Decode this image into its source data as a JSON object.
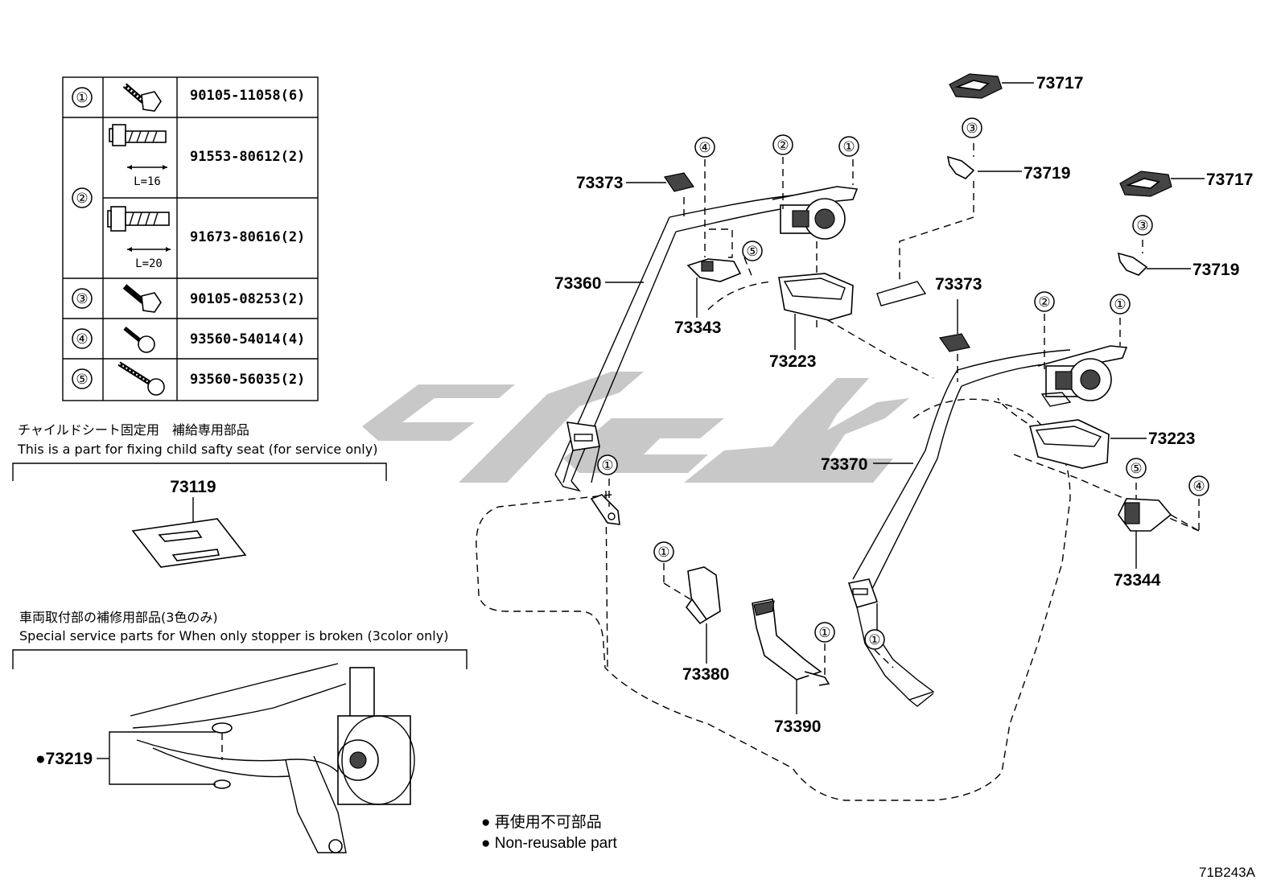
{
  "fastener_table": {
    "rows": [
      {
        "ref": "①",
        "part_numbers": [
          "90105-11058(6)"
        ]
      },
      {
        "ref": "②",
        "part_numbers": [
          "91553-80612(2)",
          "91673-80616(2)"
        ],
        "lengths": [
          "L=16",
          "L=20"
        ]
      },
      {
        "ref": "③",
        "part_numbers": [
          "90105-08253(2)"
        ]
      },
      {
        "ref": "④",
        "part_numbers": [
          "93560-54014(4)"
        ]
      },
      {
        "ref": "⑤",
        "part_numbers": [
          "93560-56035(2)"
        ]
      }
    ]
  },
  "child_seat_note": {
    "jp": "チャイルドシート固定用　補給専用部品",
    "en": "This is a part for fixing child safty seat (for service only)",
    "part": "73119"
  },
  "stopper_note": {
    "jp": "車両取付部の補修用部品(3色のみ)",
    "en": "Special service parts for When only stopper is broken (3color only)",
    "part": "●73219"
  },
  "legend": {
    "jp": "● 再使用不可部品",
    "en": "● Non-reusable part"
  },
  "diagram_code": "71B243A",
  "callouts": {
    "c73717a": "73717",
    "c73717b": "73717",
    "c73719a": "73719",
    "c73719b": "73719",
    "c73373a": "73373",
    "c73373b": "73373",
    "c73360": "73360",
    "c73343": "73343",
    "c73223a": "73223",
    "c73223b": "73223",
    "c73370": "73370",
    "c73344": "73344",
    "c73380": "73380",
    "c73390": "73390"
  },
  "markers": {
    "one": "①",
    "two": "②",
    "three": "③",
    "four": "④",
    "five": "⑤"
  },
  "watermark_color": "#c8c8c8"
}
